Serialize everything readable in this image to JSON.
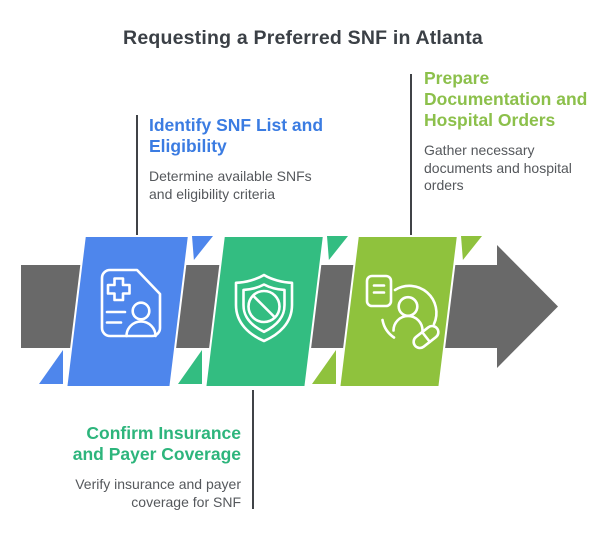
{
  "title": "Requesting a Preferred SNF in Atlanta",
  "palette": {
    "blue_ribbon": "#4e86ec",
    "green_ribbon": "#33bd81",
    "lime_ribbon": "#8fc23d",
    "arrow_gray": "#696969",
    "title_text": "#3b4046",
    "body_text": "#55585c",
    "connector_line": "#404347",
    "icon_stroke": "#ffffff",
    "blue_heading": "#3b7ce2",
    "green_heading": "#2db57c",
    "lime_heading": "#8cc04b"
  },
  "steps": [
    {
      "name": "identify-snf-list-and-eligibility",
      "heading_lines": [
        "Identify SNF List and",
        "Eligibility"
      ],
      "body_lines": [
        "Determine available SNFs",
        "and eligibility criteria"
      ],
      "heading_color": "#3b7ce2",
      "ribbon_color": "#4e86ec",
      "icon": "medical-card-icon"
    },
    {
      "name": "confirm-insurance-and-payer-coverage",
      "heading_lines": [
        "Confirm Insurance",
        "and Payer Coverage"
      ],
      "body_lines": [
        "Verify insurance and payer",
        "coverage for SNF"
      ],
      "heading_color": "#2db57c",
      "ribbon_color": "#33bd81",
      "icon": "shield-slash-icon"
    },
    {
      "name": "prepare-documentation-and-hospital-orders",
      "heading_lines": [
        "Prepare",
        "Documentation and",
        "Hospital Orders"
      ],
      "body_lines": [
        "Gather necessary",
        "documents and hospital",
        "orders"
      ],
      "heading_color": "#8cc04b",
      "ribbon_color": "#8fc23d",
      "icon": "patient-prescription-icon"
    }
  ]
}
